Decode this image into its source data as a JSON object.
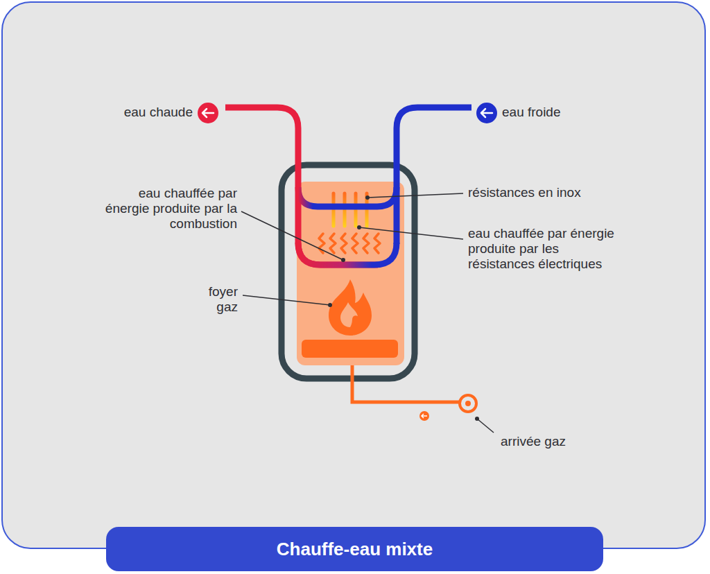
{
  "diagram": {
    "title": "Chauffe-eau mixte",
    "labels": [
      "eau chaude",
      "eau froide",
      "eau chauffée par énergie produite par la combustion",
      "résistances en inox",
      "eau chauffée par énergie produite par les résistances électriques",
      "foyer gaz",
      "arrivée gaz"
    ]
  }
}
